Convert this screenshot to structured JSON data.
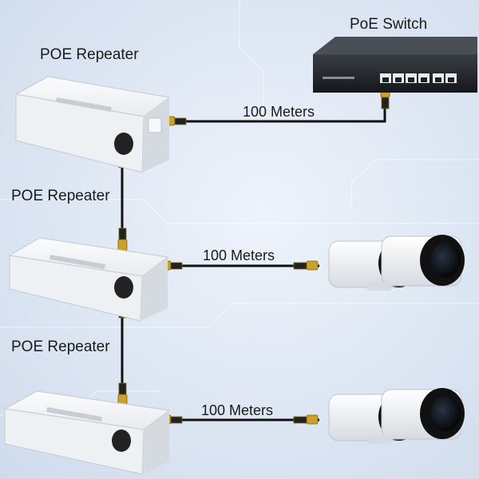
{
  "labels": {
    "switch": "PoE Switch",
    "repeater_1": "POE Repeater",
    "repeater_2": "POE Repeater",
    "repeater_3": "POE Repeater",
    "distance_1": "100 Meters",
    "distance_2": "100 Meters",
    "distance_3": "100 Meters"
  },
  "colors": {
    "cable": "#111111",
    "connector_gold": "#c9a227",
    "device_white": "#f4f6f8",
    "switch_body": "#1c1f24",
    "camera_lens": "#0b0d12"
  }
}
